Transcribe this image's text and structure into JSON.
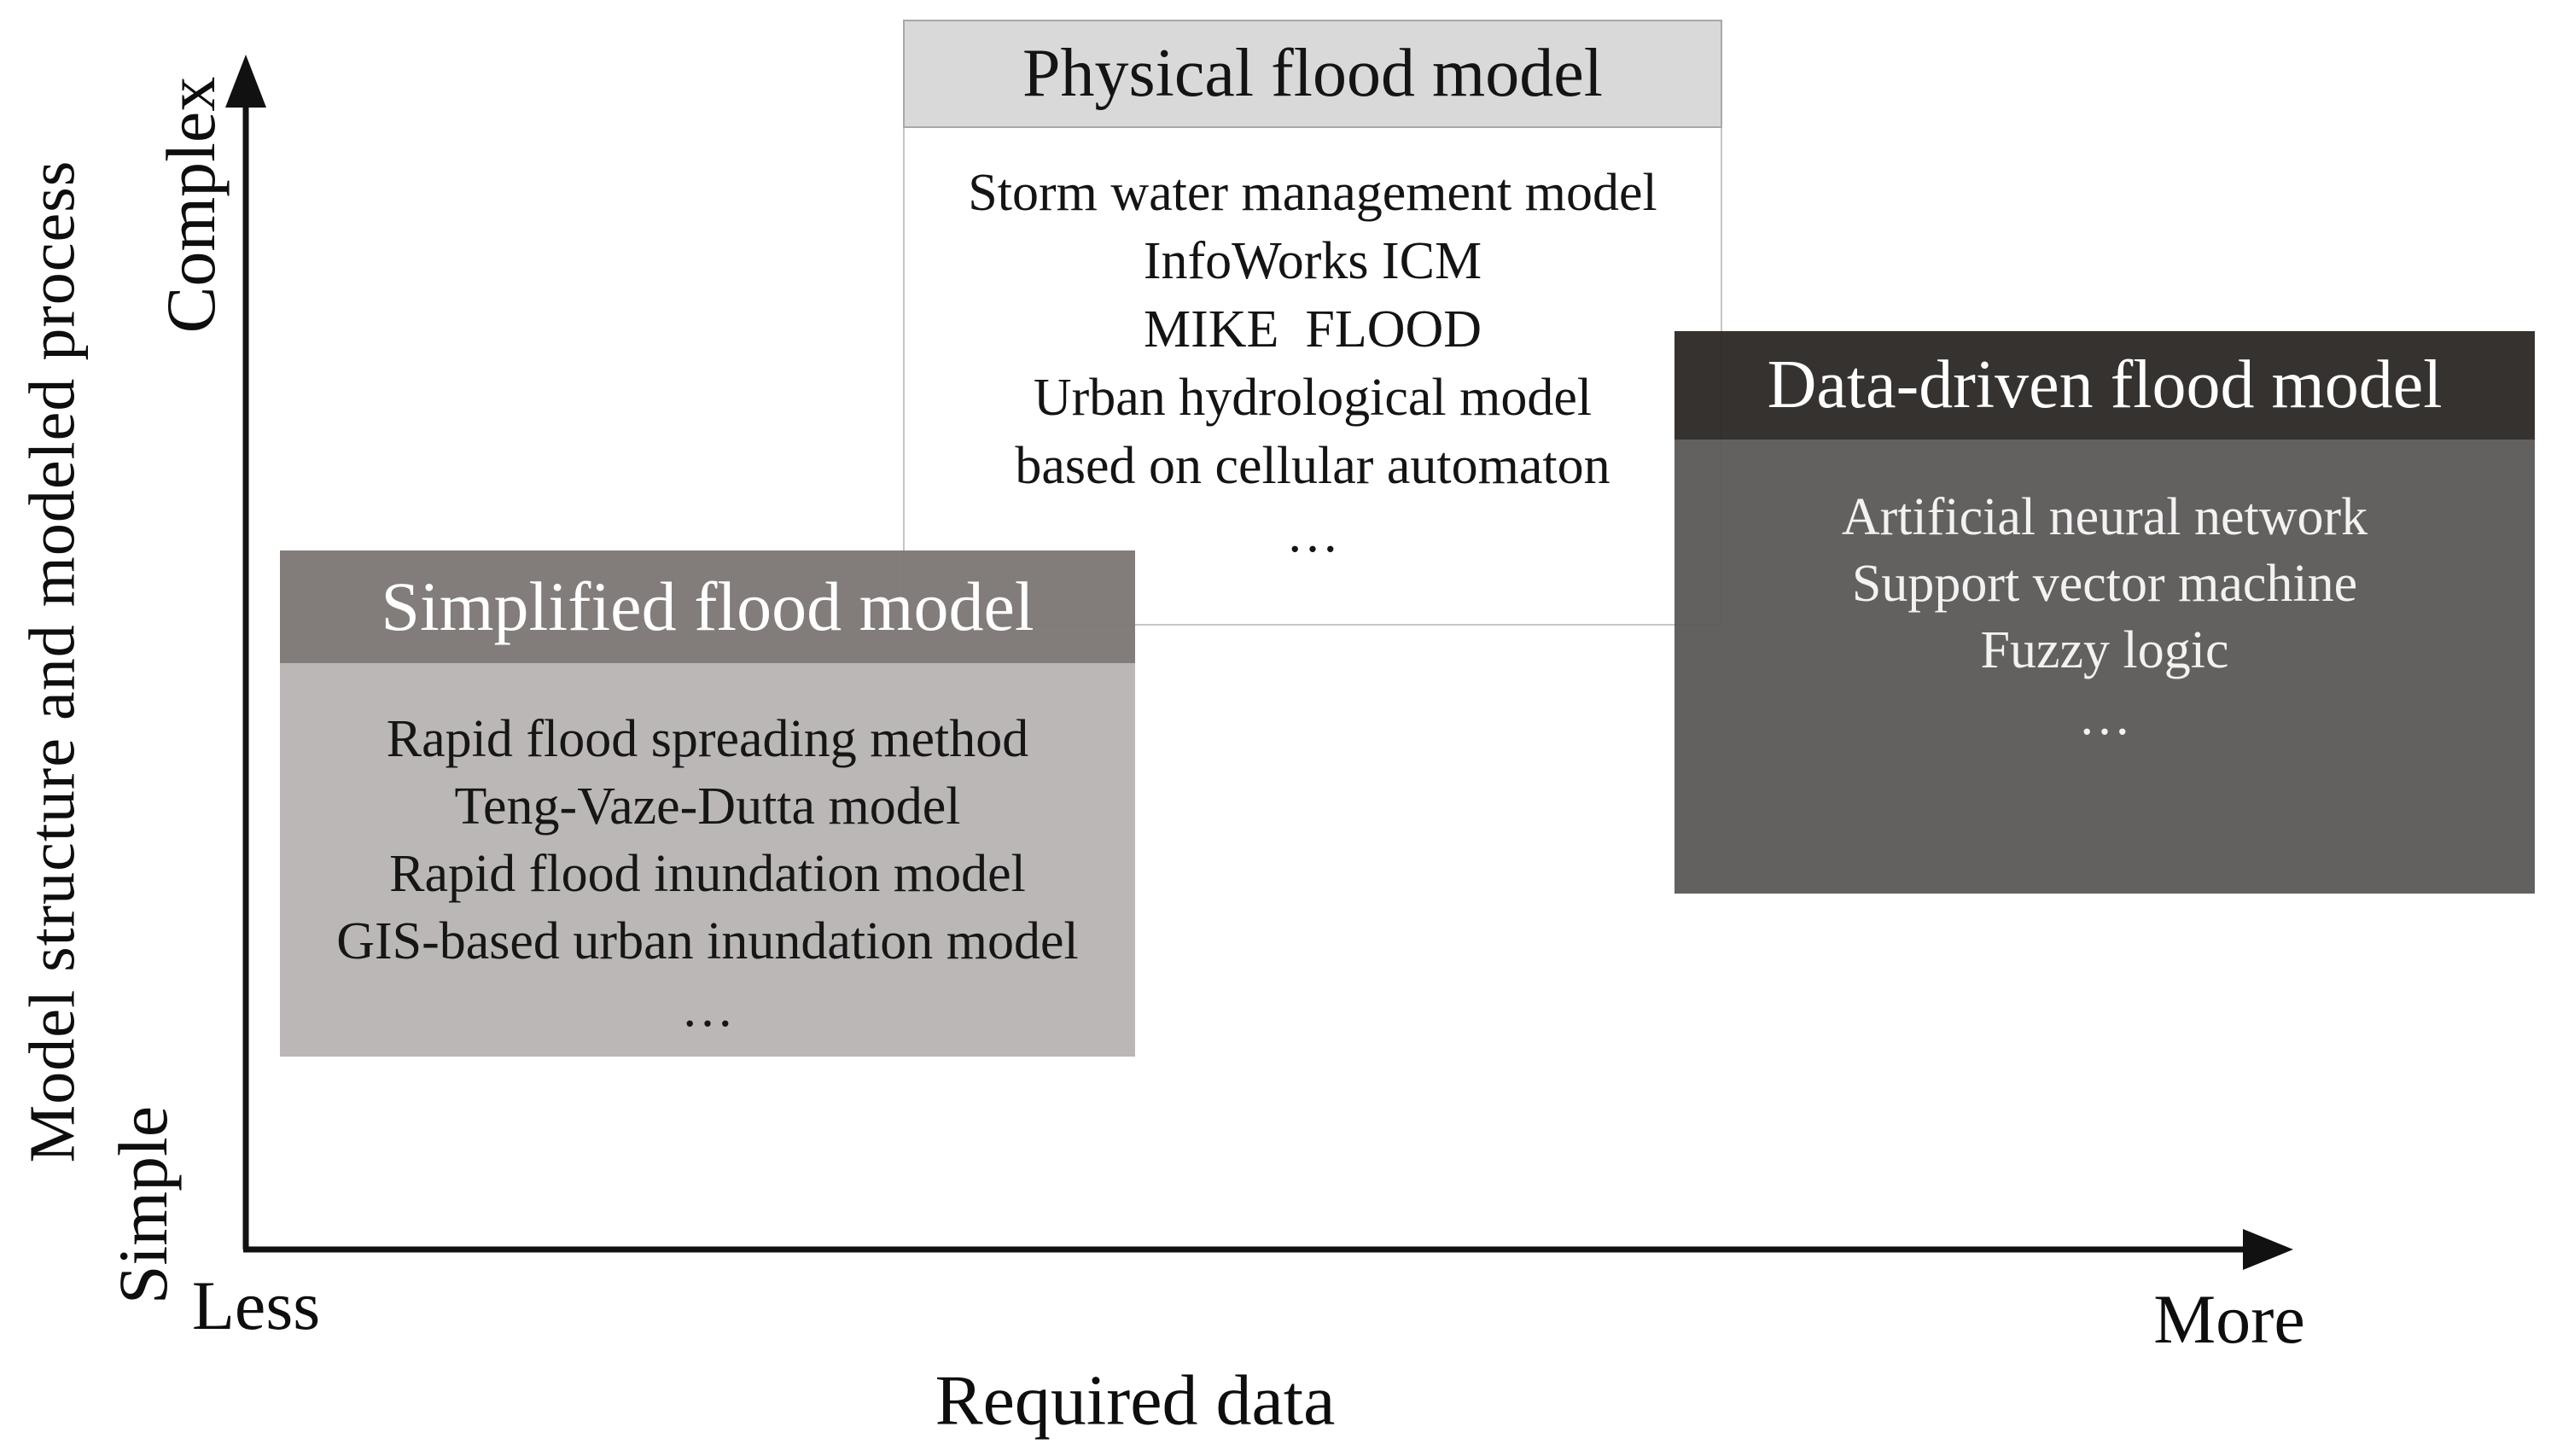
{
  "figure": {
    "y_axis_label": "Model structure and modeled process",
    "y_axis_max_label": "Complex",
    "y_axis_min_label": "Simple",
    "x_axis_min_label": "Less",
    "x_axis_max_label": "More",
    "x_axis_label": "Required data",
    "axis_color": "#111111",
    "background_color": "#ffffff"
  },
  "boxes": {
    "physical": {
      "title": "Physical flood model",
      "items": [
        "Storm water management model",
        "InfoWorks ICM",
        "MIKE  FLOOD",
        "Urban hydrological model",
        "based on cellular automaton",
        "…"
      ],
      "header_bg": "#d9d9d9",
      "body_bg": "#ffffff",
      "title_color": "#141414",
      "body_text_color": "#141414",
      "border_color": "#b5b5b5"
    },
    "simplified": {
      "title": "Simplified flood model",
      "items": [
        "Rapid flood spreading method",
        "Teng-Vaze-Dutta model",
        "Rapid flood inundation model",
        "GIS-based urban inundation model",
        "…"
      ],
      "header_bg": "#7e7977",
      "body_bg": "#b8b5b4",
      "title_color": "#ffffff",
      "body_text_color": "#161616"
    },
    "data_driven": {
      "title": "Data-driven flood model",
      "items": [
        "Artificial neural network",
        "Support vector machine",
        "Fuzzy logic",
        "…"
      ],
      "header_bg": "#282523",
      "body_bg": "#5a5856",
      "title_color": "#ffffff",
      "body_text_color": "#f2f2f2"
    }
  }
}
